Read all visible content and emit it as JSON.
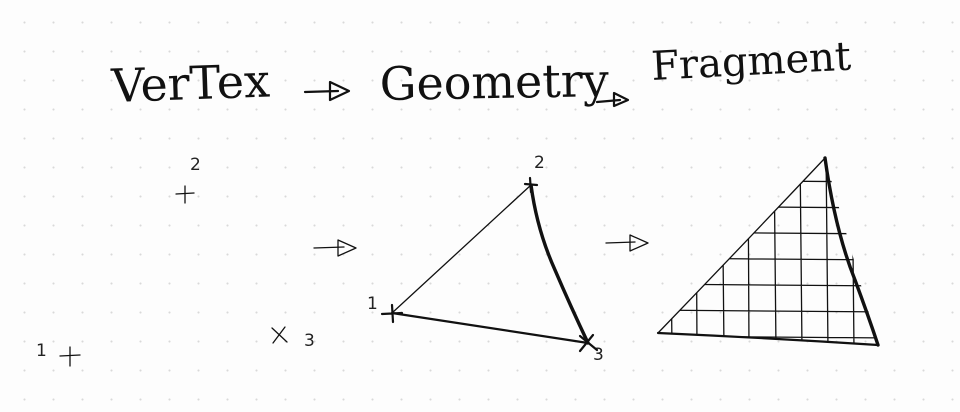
{
  "pipeline": {
    "stage_1": "VerTex",
    "stage_2": "Geometry",
    "stage_3": "Fragment"
  },
  "vertex_labels": {
    "v1": "1",
    "v2": "2",
    "v3": "3"
  },
  "ink_color": "#111111",
  "paper_color": "#fdfdfd",
  "grid_dot_color": "#d9d9d9"
}
